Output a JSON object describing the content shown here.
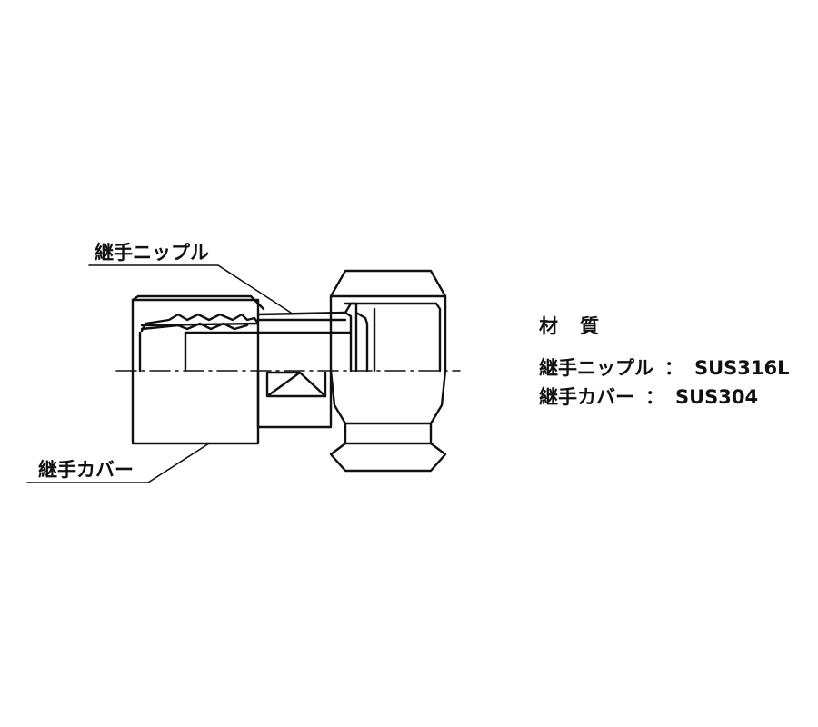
{
  "labels": {
    "nipple": "継手ニップル",
    "cover": "継手カバー"
  },
  "materials": {
    "title_left": "材",
    "title_right": "質",
    "separator": "：",
    "rows": [
      {
        "part": "継手ニップル",
        "material": "SUS316L"
      },
      {
        "part": "継手カバー",
        "material": "SUS304"
      }
    ]
  },
  "colors": {
    "line": "#111111",
    "background": "#ffffff"
  }
}
